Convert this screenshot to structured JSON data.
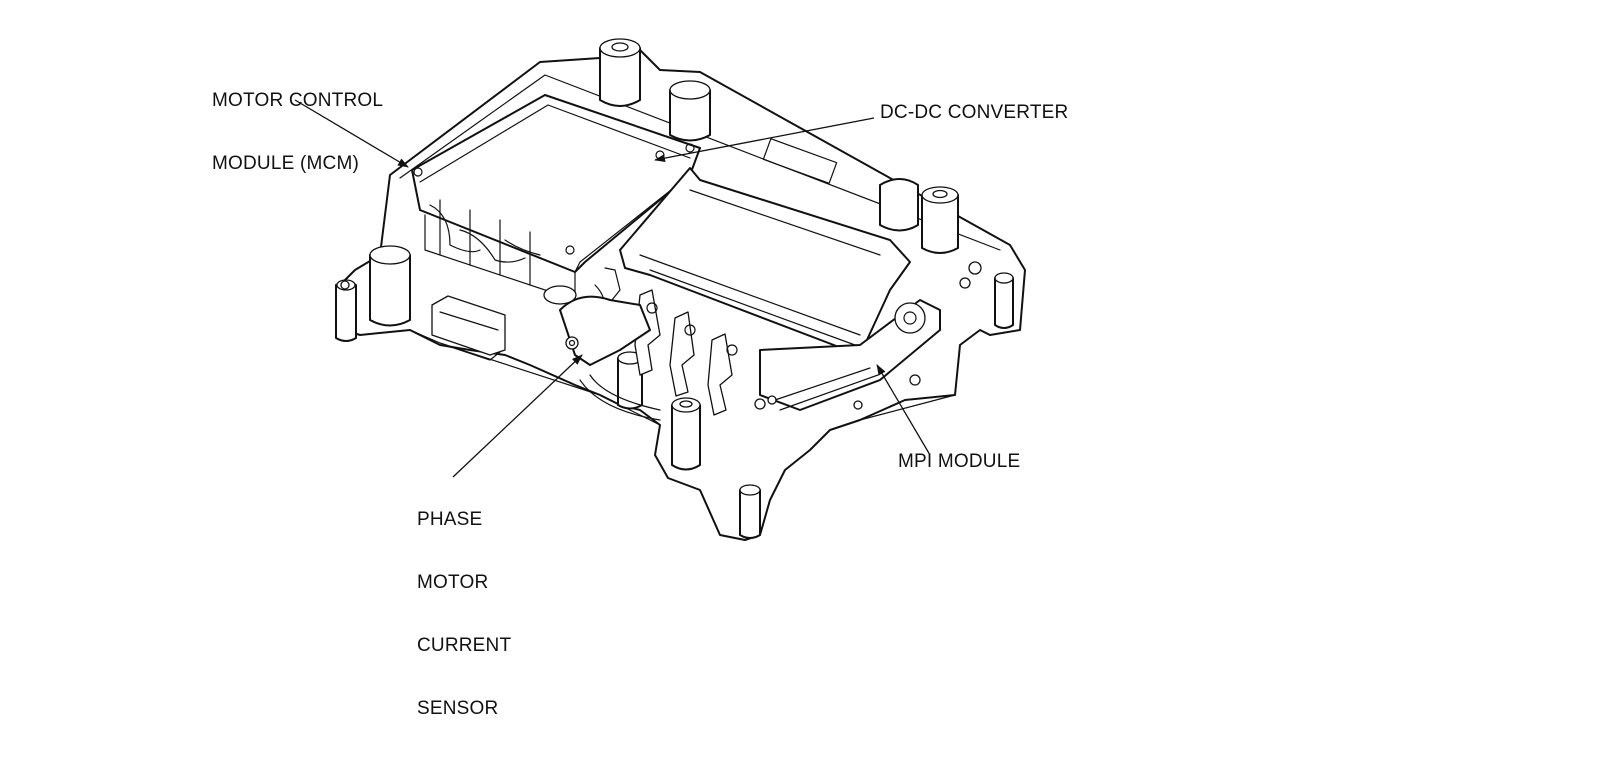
{
  "diagram": {
    "labels": {
      "mcm": [
        "MOTOR CONTROL",
        "MODULE (MCM)"
      ],
      "dcdc": "DC-DC CONVERTER",
      "sensor": [
        "PHASE",
        "MOTOR",
        "CURRENT",
        "SENSOR"
      ],
      "mpi": "MPI MODULE"
    }
  }
}
